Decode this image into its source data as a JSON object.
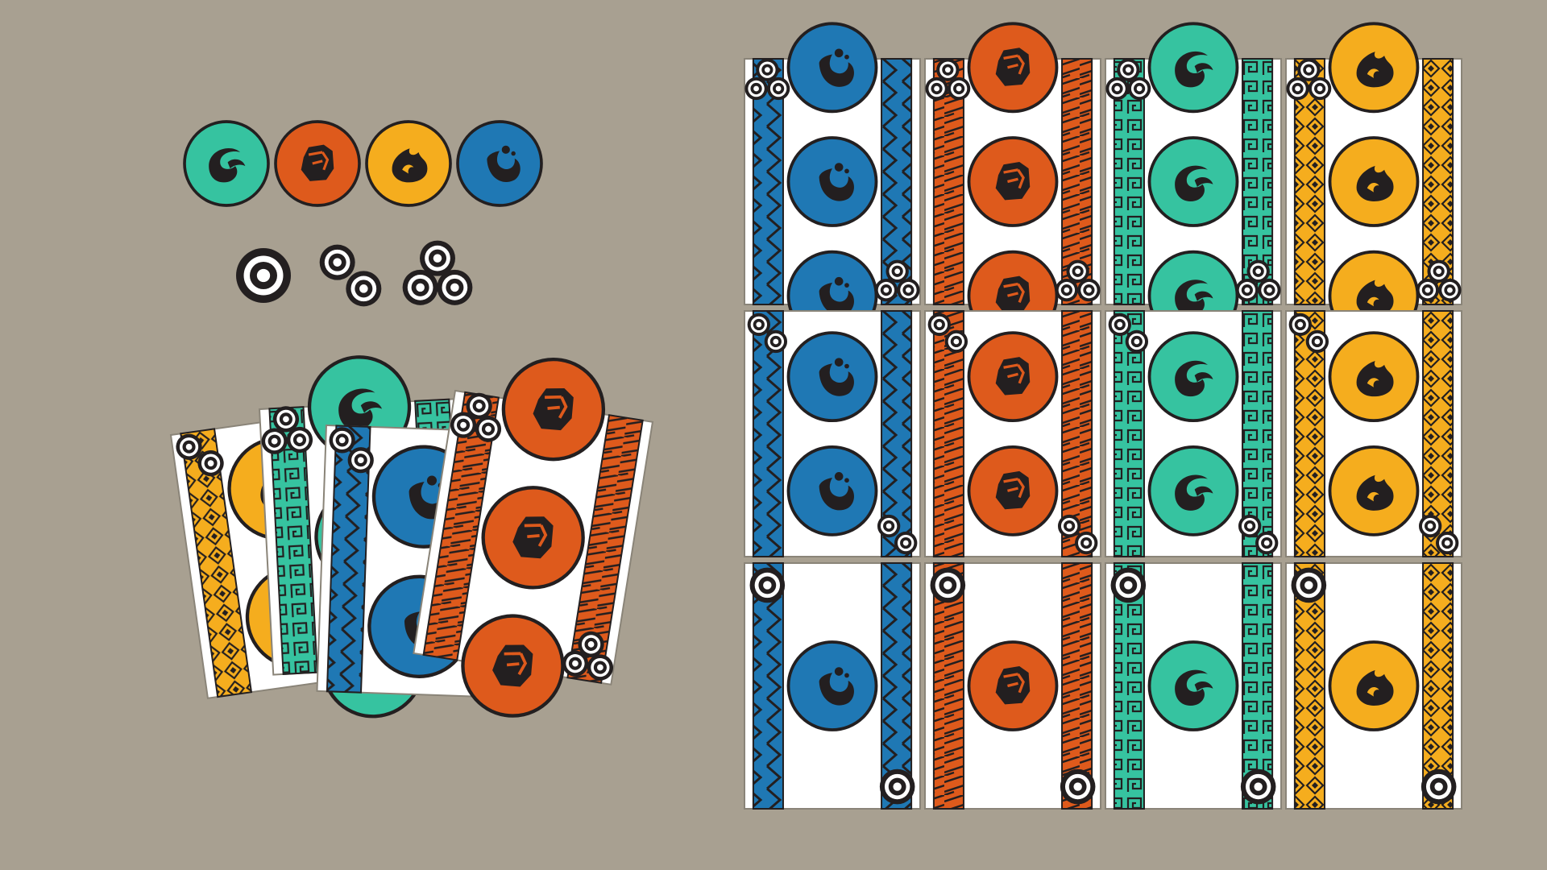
{
  "colors": {
    "background": "#a8a091",
    "water": "#1f78b4",
    "earth": "#de5a1c",
    "air": "#36c3a0",
    "fire": "#f5ad1e",
    "ink": "#231f20",
    "card": "#ffffff"
  },
  "elements": [
    {
      "id": "air",
      "icon": "air-swirl-icon"
    },
    {
      "id": "earth",
      "icon": "earth-rock-icon"
    },
    {
      "id": "fire",
      "icon": "fire-flame-icon"
    },
    {
      "id": "water",
      "icon": "water-drop-icon"
    }
  ],
  "value_markers": [
    1,
    2,
    3
  ],
  "card_grid": {
    "columns": [
      "water",
      "earth",
      "air",
      "fire"
    ],
    "rows": [
      3,
      2,
      1
    ]
  },
  "hand": [
    {
      "element": "fire",
      "value": 2
    },
    {
      "element": "air",
      "value": 3
    },
    {
      "element": "water",
      "value": 2
    },
    {
      "element": "earth",
      "value": 3
    }
  ]
}
